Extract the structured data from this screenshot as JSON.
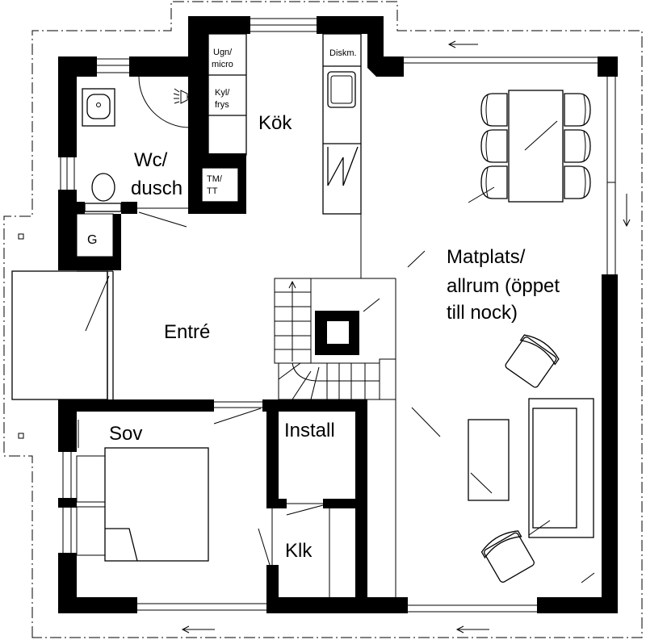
{
  "rooms": {
    "kitchen": {
      "label": "Kök"
    },
    "oven": {
      "line1": "Ugn/",
      "line2": "micro"
    },
    "fridge": {
      "line1": "Kyl/",
      "line2": "frys"
    },
    "dishwasher": {
      "label": "Diskm."
    },
    "wc": {
      "line1": "Wc/",
      "line2": "dusch"
    },
    "laundry": {
      "line1": "TM/",
      "line2": "TT"
    },
    "closet_g": {
      "label": "G"
    },
    "dining": {
      "line1": "Matplats/",
      "line2": "allrum (öppet",
      "line3": "till nock)"
    },
    "entry": {
      "label": "Entré"
    },
    "bedroom": {
      "label": "Sov"
    },
    "install": {
      "label": "Install"
    },
    "closet_klk": {
      "label": "Klk"
    }
  },
  "colors": {
    "wall": "#000000",
    "background": "#ffffff"
  }
}
